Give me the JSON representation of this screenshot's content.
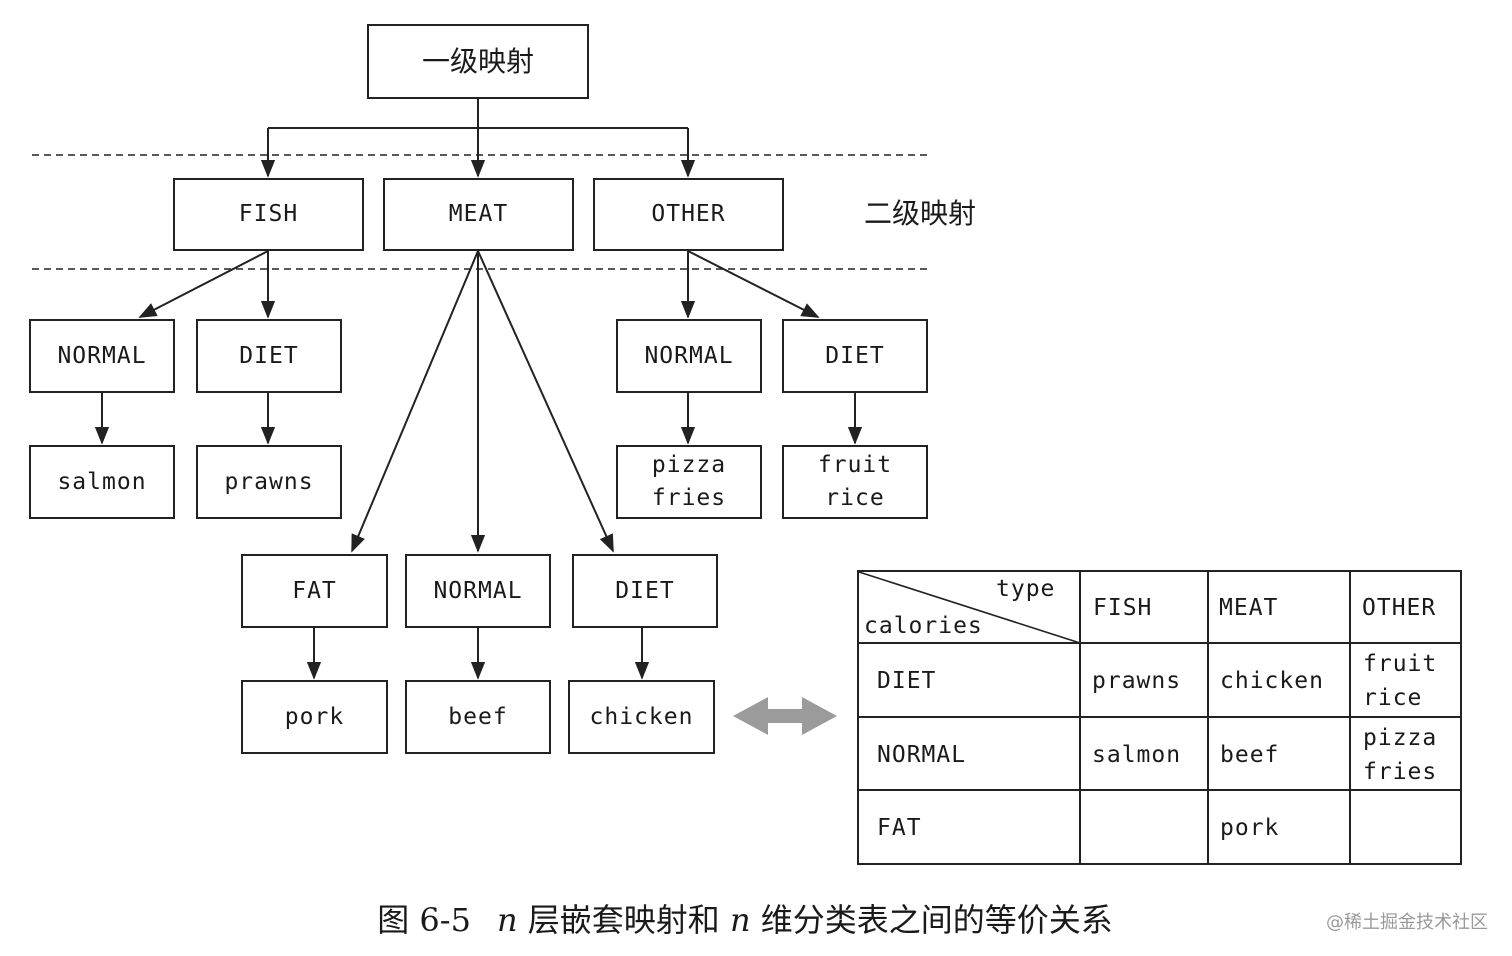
{
  "root": {
    "label": "一级映射"
  },
  "second_level_label": "二级映射",
  "level2": [
    {
      "id": "fish",
      "label": "FISH"
    },
    {
      "id": "meat",
      "label": "MEAT"
    },
    {
      "id": "other",
      "label": "OTHER"
    }
  ],
  "level3": [
    {
      "id": "fish-normal",
      "label": "NORMAL"
    },
    {
      "id": "fish-diet",
      "label": "DIET"
    },
    {
      "id": "meat-fat",
      "label": "FAT"
    },
    {
      "id": "meat-normal",
      "label": "NORMAL"
    },
    {
      "id": "meat-diet",
      "label": "DIET"
    },
    {
      "id": "other-normal",
      "label": "NORMAL"
    },
    {
      "id": "other-diet",
      "label": "DIET"
    }
  ],
  "leaves": [
    {
      "id": "fish-normal-leaf",
      "label": "salmon"
    },
    {
      "id": "fish-diet-leaf",
      "label": "prawns"
    },
    {
      "id": "meat-fat-leaf",
      "label": "pork"
    },
    {
      "id": "meat-normal-leaf",
      "label": "beef"
    },
    {
      "id": "meat-diet-leaf",
      "label": "chicken"
    },
    {
      "id": "other-normal-leaf",
      "label": "pizza\nfries"
    },
    {
      "id": "other-diet-leaf",
      "label": "fruit\nrice"
    }
  ],
  "table": {
    "corner_top": "type",
    "corner_bottom": "calories",
    "columns": [
      "FISH",
      "MEAT",
      "OTHER"
    ],
    "rows": [
      {
        "label": "DIET",
        "cells": [
          "prawns",
          "chicken",
          "fruit\nrice"
        ]
      },
      {
        "label": "NORMAL",
        "cells": [
          "salmon",
          "beef",
          "pizza\nfries"
        ]
      },
      {
        "label": "FAT",
        "cells": [
          "",
          "pork",
          ""
        ]
      }
    ]
  },
  "caption": {
    "number": "图 6-5",
    "text_a": "n",
    "text_b": " 层嵌套映射和 ",
    "text_c": "n",
    "text_d": " 维分类表之间的等价关系"
  },
  "watermark": "@稀土掘金技术社区",
  "colors": {
    "line": "#222222",
    "double_arrow": "#9b9b9b"
  }
}
